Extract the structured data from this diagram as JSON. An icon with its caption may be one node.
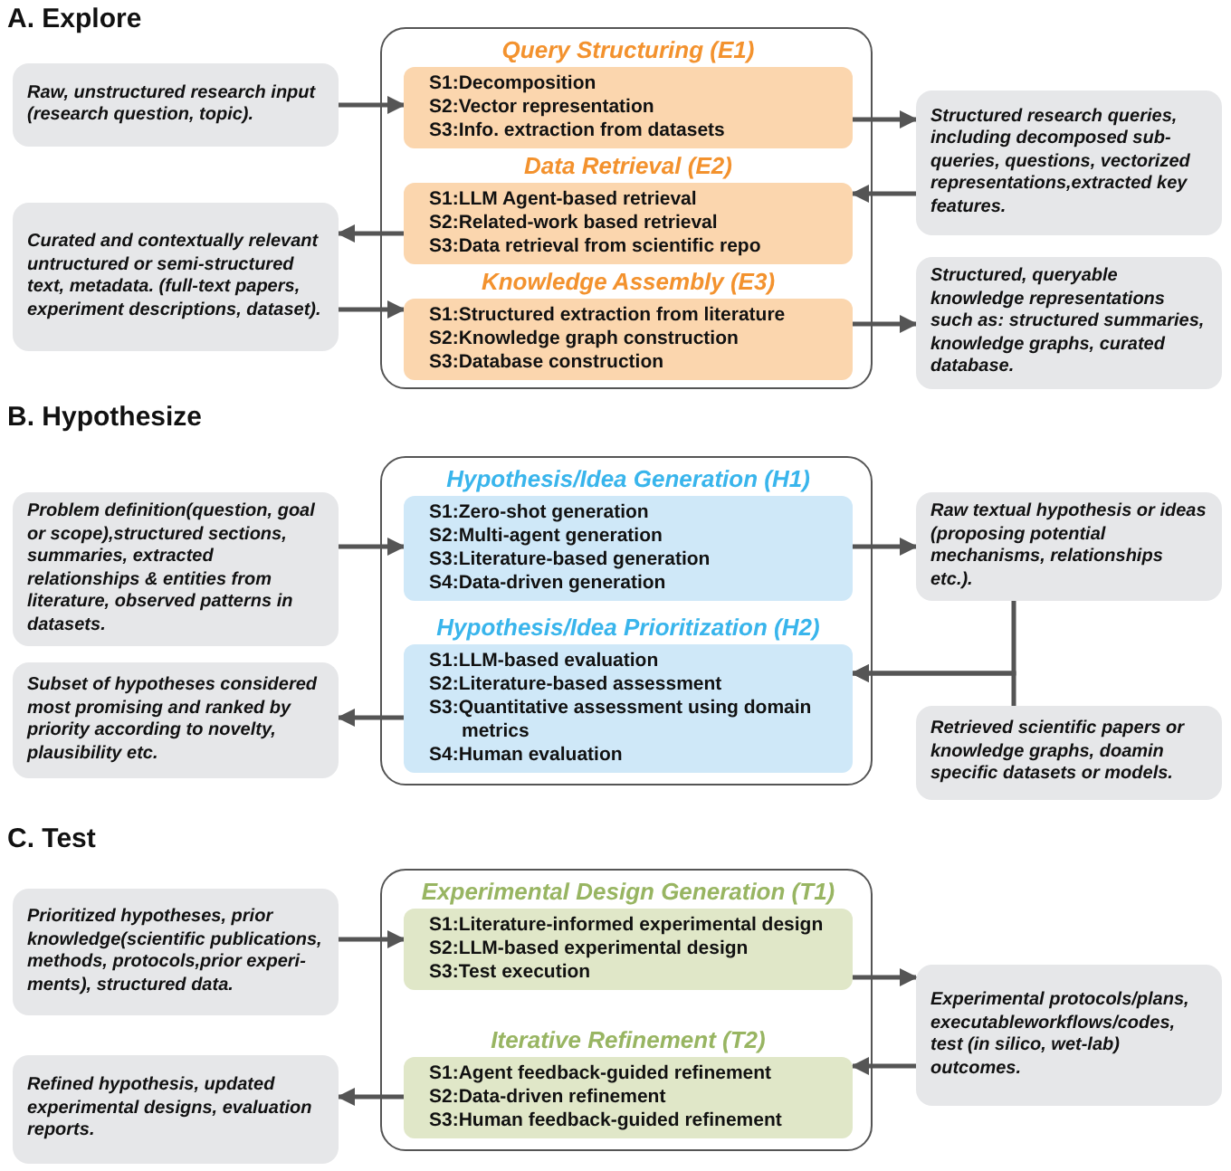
{
  "diagram": {
    "nodes": [
      {
        "text": [],
        "shape": "box"
      },
      {
        "text": [
          "Query Structuring (E1)",
          "S1:Decomposition",
          "S2:Vector representation",
          "S3:Info. extraction from datasets"
        ],
        "in": 0
      },
      {
        "text": [
          "Data Retrieval (E2)",
          "S1:LLM Agent-based retrieval",
          "S2:Related-work based retrieval",
          "S3:Data retrieval from scientific repo"
        ],
        "in": 0
      },
      {
        "text": [
          "Knowledge Assembly (E3)",
          "S1:Structured extraction from literature",
          "S2:Knowledge graph construction",
          "S3:Database construction"
        ],
        "in": 0
      },
      {
        "text": [
          "Raw, unstructured research input (research question, topic)."
        ]
      },
      {
        "text": [
          "Curated and contextually relevant untructured or semi-structured text, metadata. (full-text papers, experiment descriptions, dataset)."
        ]
      },
      {
        "text": [
          "Structured research queries, including decomposed sub-queries, questions, vectorized representations,extracted key features."
        ]
      },
      {
        "text": [
          "Structured, queryable knowledge representations such as: structured summaries, knowledge graphs, curated database."
        ]
      },
      {
        "text": [],
        "shape": "box"
      },
      {
        "text": [
          "Hypothesis/Idea Generation (H1)",
          "S1:Zero-shot generation",
          "S2:Multi-agent generation",
          "S3:Literature-based generation",
          "S4:Data-driven generation"
        ],
        "in": 8
      },
      {
        "text": [
          "Hypothesis/Idea Prioritization (H2)",
          "S1:LLM-based evaluation",
          "S2:Literature-based assessment",
          "S3:Quantitative assessment using domain metrics",
          "S4:Human evaluation"
        ],
        "in": 8
      },
      {
        "text": [
          "Problem definition(question, goal or scope),structured sections, summaries, extracted relationships & entities from literature, observed patterns in datasets."
        ]
      },
      {
        "text": [
          "Subset of hypotheses considered most promising and ranked by priority according to novelty, plausibility etc."
        ]
      },
      {
        "text": [
          "Raw textual hypothesis or ideas (proposing potential mechanisms, relationships etc.)."
        ]
      },
      {
        "text": [
          "Retrieved scientific papers or knowledge graphs, doamin specific datasets or models."
        ]
      },
      {
        "text": [],
        "shape": "box"
      },
      {
        "text": [
          "Experimental Design Generation (T1)",
          "S1:Literature-informed experimental design",
          "S2:LLM-based experimental design",
          "S3:Test execution"
        ],
        "in": 15
      },
      {
        "text": [
          "Iterative Refinement (T2)",
          "S1:Agent feedback-guided refinement",
          "S2:Data-driven refinement",
          "S3:Human feedback-guided refinement"
        ],
        "in": 15
      },
      {
        "text": [
          "Prioritized hypotheses, prior knowledge(scientific publications, methods, protocols,prior experi-ments), structured data."
        ]
      },
      {
        "text": [
          "Refined hypothesis, updated experimental designs, evaluation reports."
        ]
      },
      {
        "text": [
          "Experimental protocols/plans, executableworkflows/codes, test (in silico, wet-lab) outcomes."
        ]
      }
    ],
    "edges": [
      {
        "from": 4,
        "to": 1,
        "arrow": "to"
      },
      {
        "from": 1,
        "to": 6,
        "arrow": "to"
      },
      {
        "from": 6,
        "to": 2,
        "arrow": "to"
      },
      {
        "from": 2,
        "to": 5,
        "arrow": "to"
      },
      {
        "from": 5,
        "to": 3,
        "arrow": "to"
      },
      {
        "from": 3,
        "to": 7,
        "arrow": "to"
      },
      {
        "from": 11,
        "to": 9,
        "arrow": "to"
      },
      {
        "from": 9,
        "to": 13,
        "arrow": "to"
      },
      {
        "from": 13,
        "to": 10,
        "arrow": "to"
      },
      {
        "from": 14,
        "to": 10,
        "arrow": "to"
      },
      {
        "from": 10,
        "to": 12,
        "arrow": "to"
      },
      {
        "from": 18,
        "to": 16,
        "arrow": "to"
      },
      {
        "from": 16,
        "to": 20,
        "arrow": "to"
      },
      {
        "from": 20,
        "to": 17,
        "arrow": "to"
      },
      {
        "from": 17,
        "to": 19,
        "arrow": "to"
      }
    ],
    "labels": [
      "A. Explore",
      "B. Hypothesize",
      "C. Test"
    ]
  }
}
